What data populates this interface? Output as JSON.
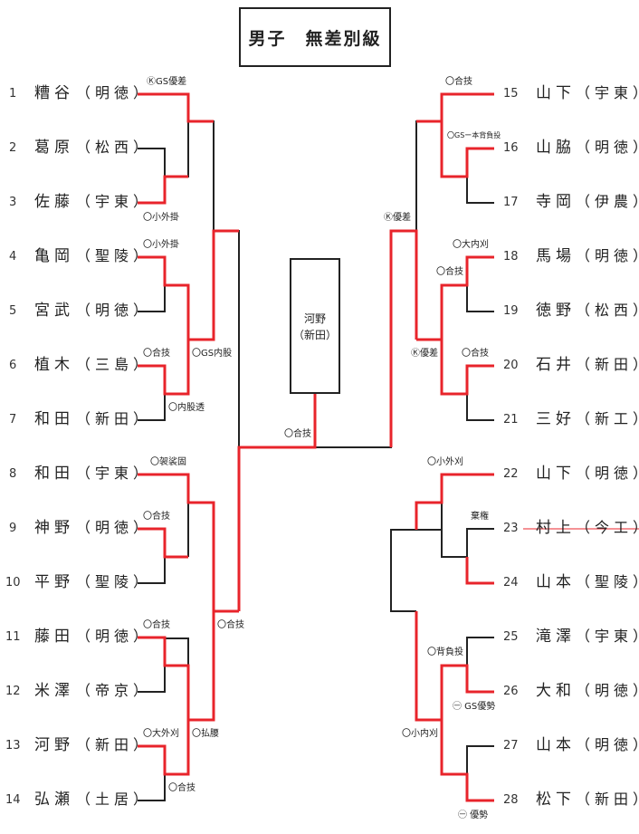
{
  "title": "男子　無差別級",
  "champion": {
    "name": "河野",
    "team": "（新田）"
  },
  "final_result": "〇合技",
  "left_players": [
    {
      "num": "1",
      "name": "糟谷",
      "team": "（明徳）"
    },
    {
      "num": "2",
      "name": "葛原",
      "team": "（松西）"
    },
    {
      "num": "3",
      "name": "佐藤",
      "team": "（宇東）"
    },
    {
      "num": "4",
      "name": "亀岡",
      "team": "（聖陵）"
    },
    {
      "num": "5",
      "name": "宮武",
      "team": "（明徳）"
    },
    {
      "num": "6",
      "name": "植木",
      "team": "（三島）"
    },
    {
      "num": "7",
      "name": "和田",
      "team": "（新田）"
    },
    {
      "num": "8",
      "name": "和田",
      "team": "（宇東）"
    },
    {
      "num": "9",
      "name": "神野",
      "team": "（明徳）"
    },
    {
      "num": "10",
      "name": "平野",
      "team": "（聖陵）"
    },
    {
      "num": "11",
      "name": "藤田",
      "team": "（明徳）"
    },
    {
      "num": "12",
      "name": "米澤",
      "team": "（帝京）"
    },
    {
      "num": "13",
      "name": "河野",
      "team": "（新田）"
    },
    {
      "num": "14",
      "name": "弘瀬",
      "team": "（土居）"
    }
  ],
  "right_players": [
    {
      "num": "15",
      "name": "山下",
      "team": "（宇東）"
    },
    {
      "num": "16",
      "name": "山脇",
      "team": "（明徳）"
    },
    {
      "num": "17",
      "name": "寺岡",
      "team": "（伊農）"
    },
    {
      "num": "18",
      "name": "馬場",
      "team": "（明徳）"
    },
    {
      "num": "19",
      "name": "徳野",
      "team": "（松西）"
    },
    {
      "num": "20",
      "name": "石井",
      "team": "（新田）"
    },
    {
      "num": "21",
      "name": "三好",
      "team": "（新工）"
    },
    {
      "num": "22",
      "name": "山下",
      "team": "（明徳）"
    },
    {
      "num": "23",
      "name": "村上",
      "team": "（今工）"
    },
    {
      "num": "24",
      "name": "山本",
      "team": "（聖陵）"
    },
    {
      "num": "25",
      "name": "滝澤",
      "team": "（宇東）"
    },
    {
      "num": "26",
      "name": "大和",
      "team": "（明徳）"
    },
    {
      "num": "27",
      "name": "山本",
      "team": "（明徳）"
    },
    {
      "num": "28",
      "name": "松下",
      "team": "（新田）"
    }
  ],
  "results": {
    "l_p1": "ⓀGS優差",
    "l_m23": "〇小外掛",
    "l_p4": "〇小外掛",
    "l_m67": "〇合技",
    "l_m67b": "〇内股透",
    "l_q": "〇GS内股",
    "l_p8": "〇袈裟固",
    "l_m910": "〇合技",
    "l_p11": "〇合技",
    "l_m1314": "〇大外刈",
    "l_m1314b": "〇合技",
    "l_r12": "〇払腰",
    "l_sf": "〇合技",
    "r_p15": "〇合技",
    "r_m1617": "〇GSー本背負投",
    "r_m1819": "〇大内刈",
    "r_m1819b": "〇合技",
    "r_m2021": "〇合技",
    "r_q1": "Ⓚ優差",
    "r_q2": "Ⓚ優差",
    "r_p22": "〇小外刈",
    "r_m2324": "棄権",
    "r_m2526": "〇背負投",
    "r_m2526b": "㊀ GS優勢",
    "r_m2728": "〇小内刈",
    "r_m2728b": "㊀ 優勢"
  },
  "colors": {
    "winner": "#e8242b",
    "line": "#222222"
  }
}
